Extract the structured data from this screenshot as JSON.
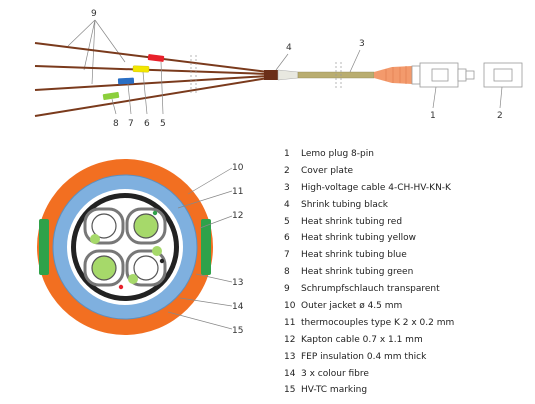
{
  "top_callouts": {
    "c9": "9",
    "c4": "4",
    "c3": "3",
    "c8": "8",
    "c7": "7",
    "c6": "6",
    "c5": "5",
    "c1": "1",
    "c2": "2"
  },
  "section_callouts": {
    "c10": "10",
    "c11": "11",
    "c12": "12",
    "c13": "13",
    "c14": "14",
    "c15": "15"
  },
  "legend": [
    {
      "num": "1",
      "text": "Lemo plug 8-pin"
    },
    {
      "num": "2",
      "text": "Cover plate"
    },
    {
      "num": "3",
      "text": "High-voltage cable 4-CH-HV-KN-K"
    },
    {
      "num": "4",
      "text": "Shrink tubing black"
    },
    {
      "num": "5",
      "text": "Heat shrink tubing red"
    },
    {
      "num": "6",
      "text": "Heat shrink tubing yellow"
    },
    {
      "num": "7",
      "text": "Heat shrink tubing blue"
    },
    {
      "num": "8",
      "text": "Heat shrink tubing green"
    },
    {
      "num": "9",
      "text": "Schrumpfschlauch transparent"
    },
    {
      "num": "10",
      "text": "Outer jacket ø 4.5 mm"
    },
    {
      "num": "11",
      "text": "thermocouples type K 2 x 0.2 mm"
    },
    {
      "num": "12",
      "text": "Kapton cable 0.7 x 1.1 mm"
    },
    {
      "num": "13",
      "text": "FEP insulation 0.4 mm thick"
    },
    {
      "num": "14",
      "text": "3 x colour fibre"
    },
    {
      "num": "15",
      "text": "HV-TC marking"
    }
  ],
  "colors": {
    "wire": "#7a3a1c",
    "sleeve_red": "#e8202a",
    "sleeve_yellow": "#f2e600",
    "sleeve_blue": "#2a6fc4",
    "sleeve_green": "#8ccf3c",
    "cable": "#b9ad70",
    "strain_relief": "#f39a6c",
    "outer_jacket": "#f26f21",
    "fep": "#7fb0df",
    "kapton_green": "#2fa24a",
    "conductor_green": "#a6d96a"
  }
}
